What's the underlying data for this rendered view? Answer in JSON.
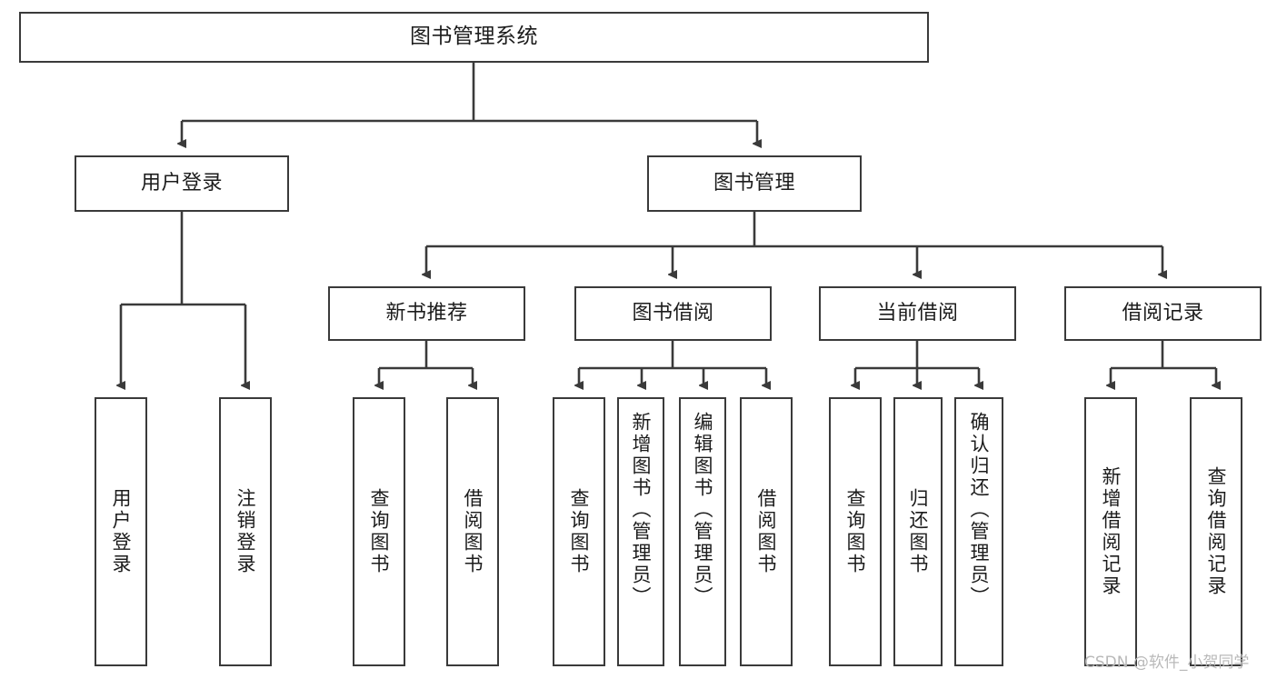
{
  "diagram": {
    "title": "图书管理系统",
    "root": {
      "label": "图书管理系统"
    },
    "level1": [
      {
        "label": "用户登录"
      },
      {
        "label": "图书管理"
      }
    ],
    "level2": [
      {
        "label": "新书推荐"
      },
      {
        "label": "图书借阅"
      },
      {
        "label": "当前借阅"
      },
      {
        "label": "借阅记录"
      }
    ],
    "leaves": [
      {
        "label": "用户登录",
        "parent": "用户登录"
      },
      {
        "label": "注销登录",
        "parent": "用户登录"
      },
      {
        "label": "查询图书",
        "parent": "新书推荐"
      },
      {
        "label": "借阅图书",
        "parent": "新书推荐"
      },
      {
        "label": "查询图书",
        "parent": "图书借阅"
      },
      {
        "label": "新增图书（管理员）",
        "parent": "图书借阅"
      },
      {
        "label": "编辑图书（管理员）",
        "parent": "图书借阅"
      },
      {
        "label": "借阅图书",
        "parent": "图书借阅"
      },
      {
        "label": "查询图书",
        "parent": "当前借阅"
      },
      {
        "label": "归还图书",
        "parent": "当前借阅"
      },
      {
        "label": "确认归还（管理员）",
        "parent": "当前借阅"
      },
      {
        "label": "新增借阅记录",
        "parent": "借阅记录"
      },
      {
        "label": "查询借阅记录",
        "parent": "借阅记录"
      }
    ]
  },
  "watermark": {
    "text": "CSDN @软件_小贺同学"
  },
  "colors": {
    "stroke": "#3a3a3a",
    "text": "#1c1c1c",
    "background": "#ffffff",
    "watermark": "#b9b9b9"
  }
}
